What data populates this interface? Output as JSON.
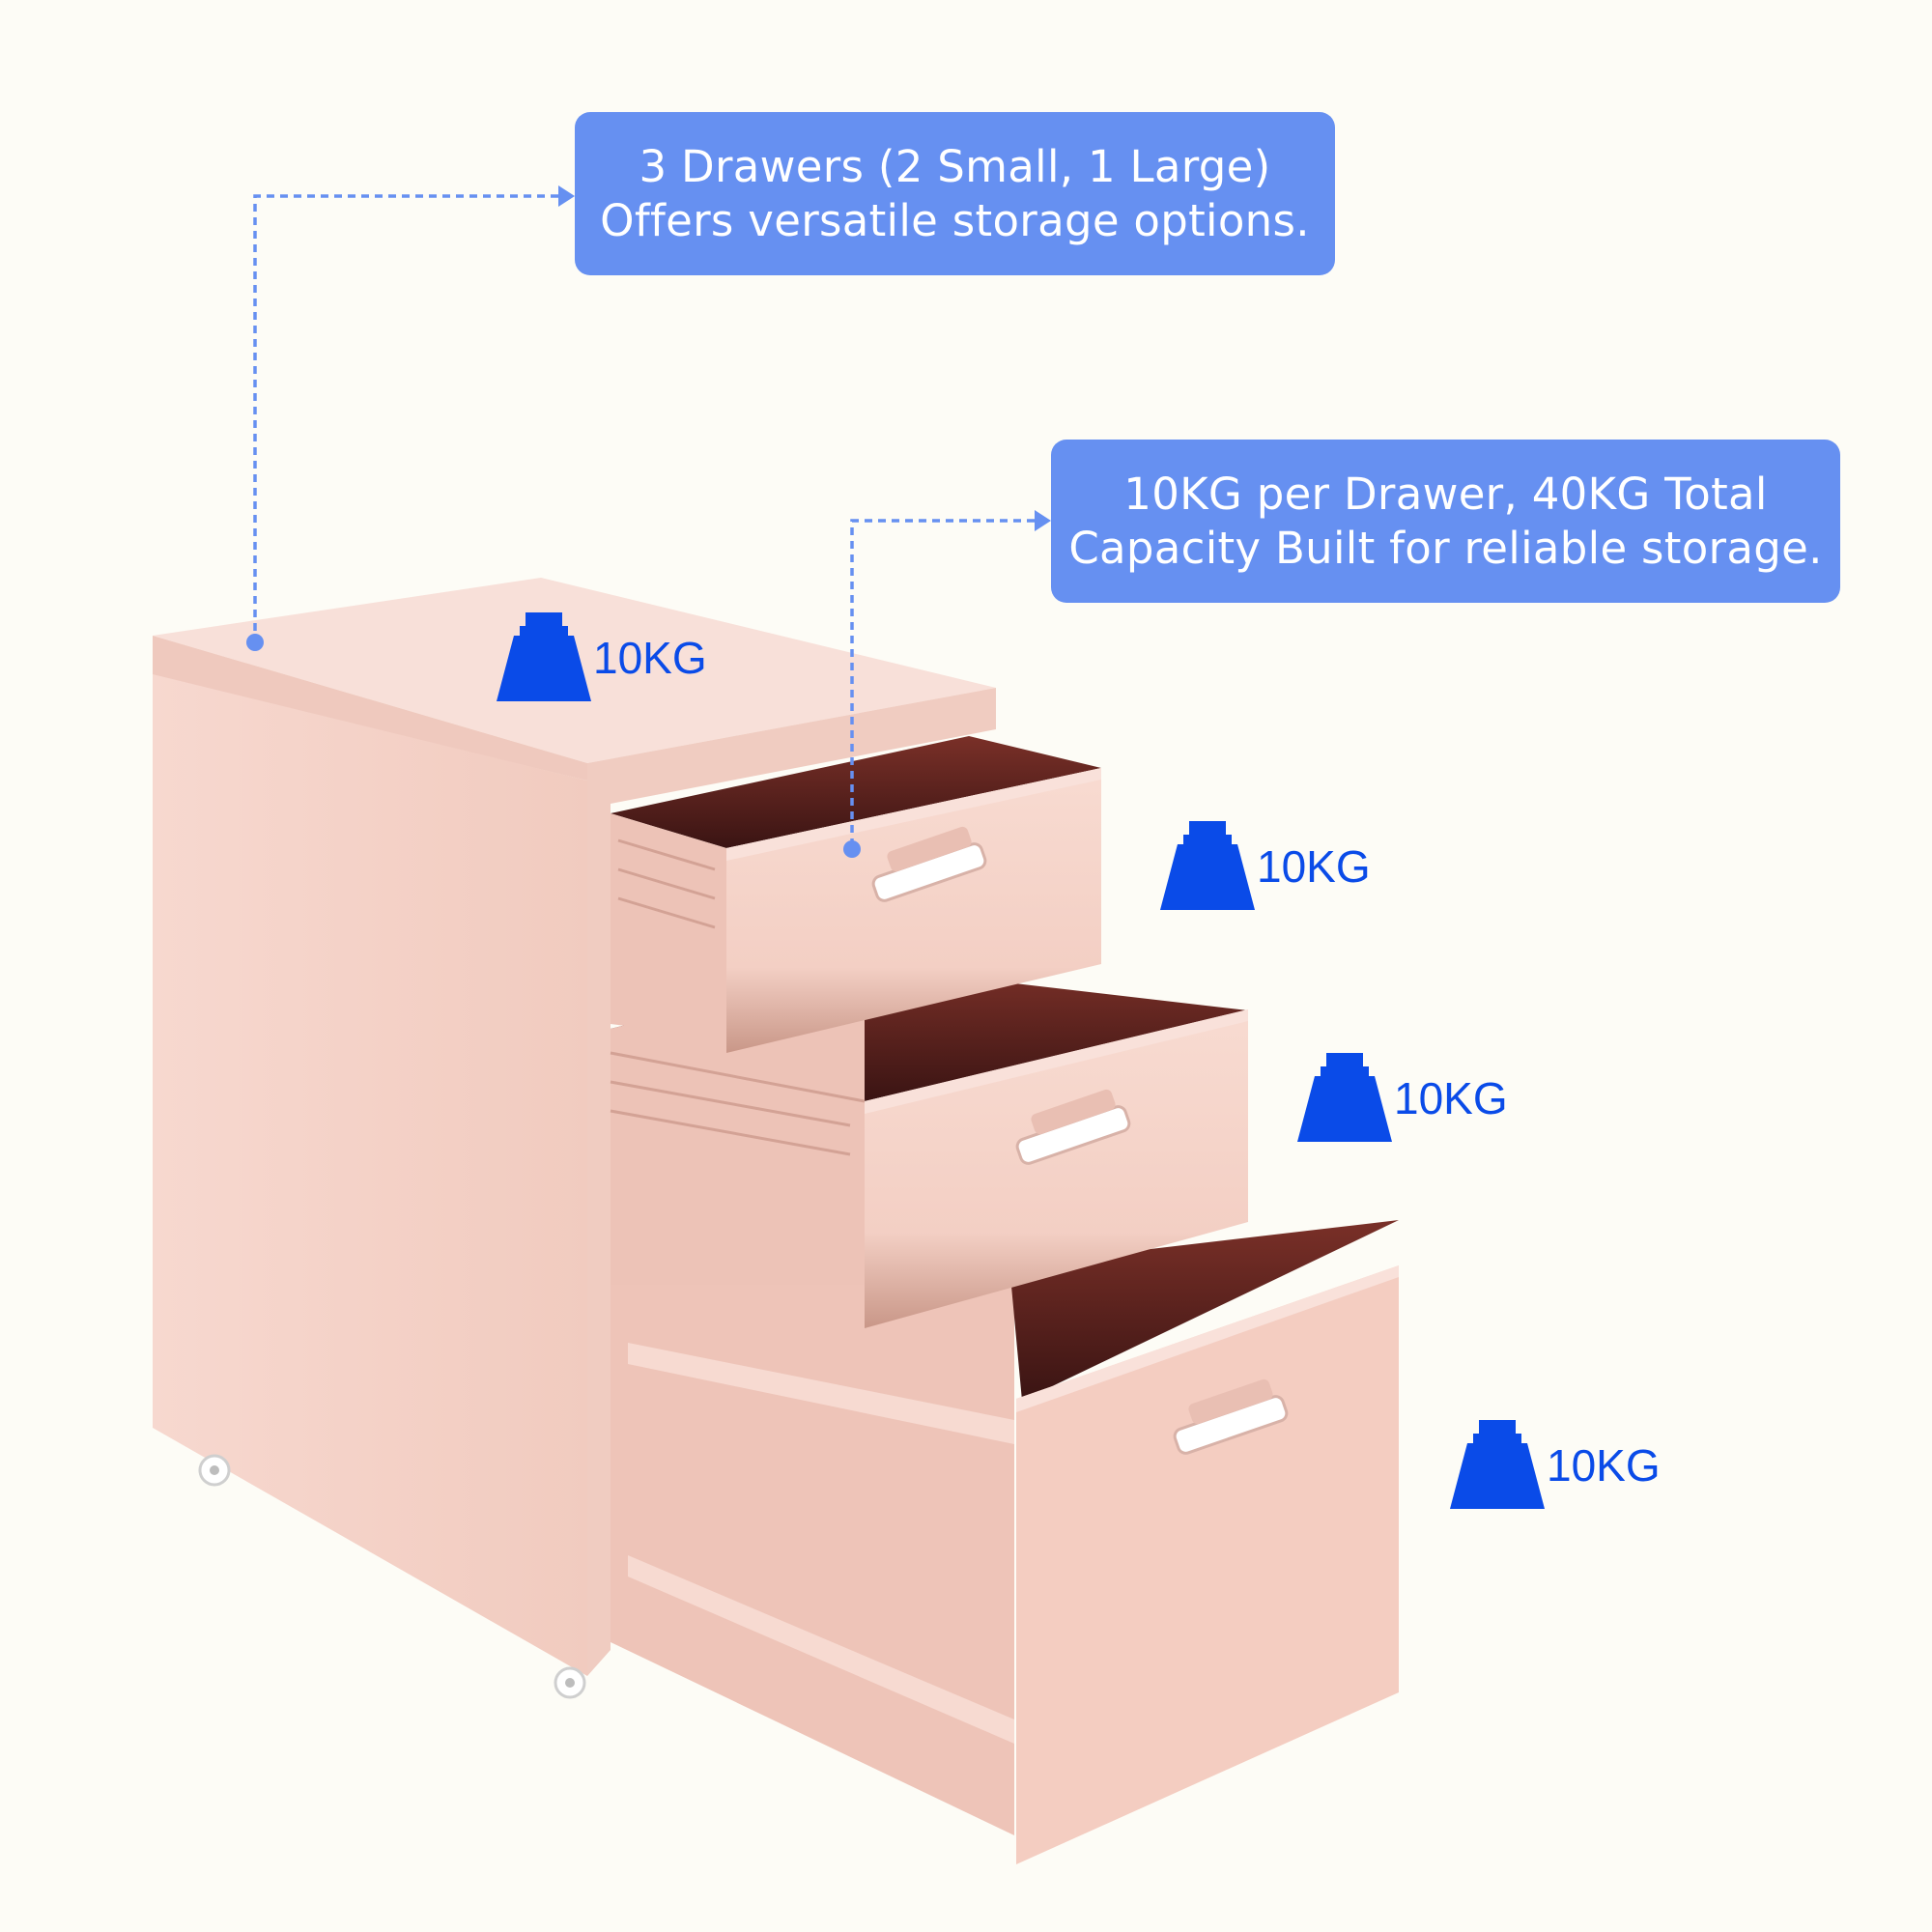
{
  "callouts": {
    "drawers": {
      "line1": "3 Drawers (2 Small, 1 Large)",
      "line2": "Offers versatile storage options."
    },
    "capacity": {
      "line1": "10KG per Drawer, 40KG Total",
      "line2": "Capacity Built for reliable storage."
    }
  },
  "weights": {
    "top": "10KG",
    "drawer_1": "10KG",
    "drawer_2": "10KG",
    "drawer_3": "10KG"
  },
  "colors": {
    "callout_bg": "#6690F1",
    "weight_blue": "#0A4BE8",
    "cabinet_pink": "#F4D1C6",
    "drawer_interior": "#4A1A18",
    "background": "#FDFCF6"
  },
  "icons": [
    "weight-icon",
    "drawer-handle-icon",
    "caster-wheel-icon"
  ]
}
